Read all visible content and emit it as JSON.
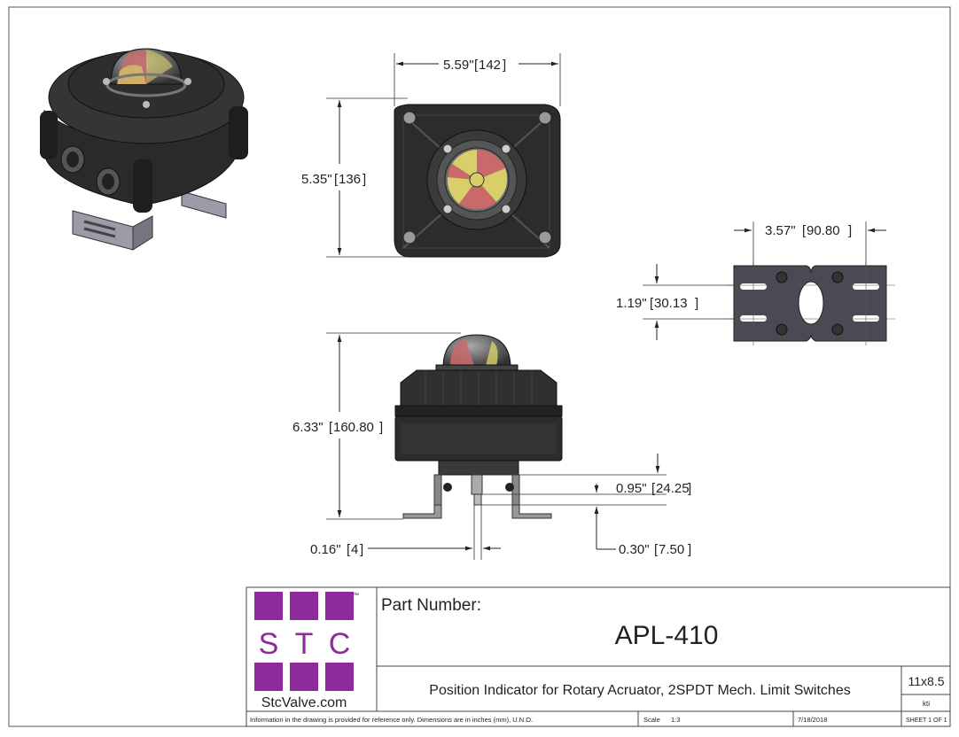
{
  "dimensions": {
    "width_top": {
      "inch": "5.59\"",
      "mm": "142"
    },
    "height_top": {
      "inch": "5.35\"",
      "mm": "136"
    },
    "bracket_width": {
      "inch": "3.57\"",
      "mm": "90.80"
    },
    "bracket_slot": {
      "inch": "1.19\"",
      "mm": "30.13"
    },
    "overall_height": {
      "inch": "6.33\"",
      "mm": "160.80"
    },
    "shaft_height": {
      "inch": "0.95\"",
      "mm": "24.25"
    },
    "shaft_flat": {
      "inch": "0.30\"",
      "mm": "7.50"
    },
    "shaft_width": {
      "inch": "0.16\"",
      "mm": "4"
    }
  },
  "title_block": {
    "logo_letters": [
      "S",
      "T",
      "C"
    ],
    "logo_tm": "™",
    "logo_site": "StcValve.com",
    "part_number_label": "Part Number:",
    "part_number": "APL-410",
    "description": "Position Indicator for Rotary Acruator, 2SPDT Mech. Limit Switches",
    "sheet_size": "11x8.5",
    "revision": "kti",
    "footnote": "Information in the drawing is provided for reference only. Dimensions are in inches (mm), U.N.O.",
    "scale_label": "Scale",
    "scale_value": "1:3",
    "date": "7/18/2018",
    "sheet": "SHEET 1 OF 1"
  },
  "colors": {
    "logo_purple": "#8e2a9a",
    "body": "#2b2b2b",
    "dome_red": "#c86a6a",
    "dome_yellow": "#d8cf6a",
    "bracket": "#4a4a55"
  }
}
